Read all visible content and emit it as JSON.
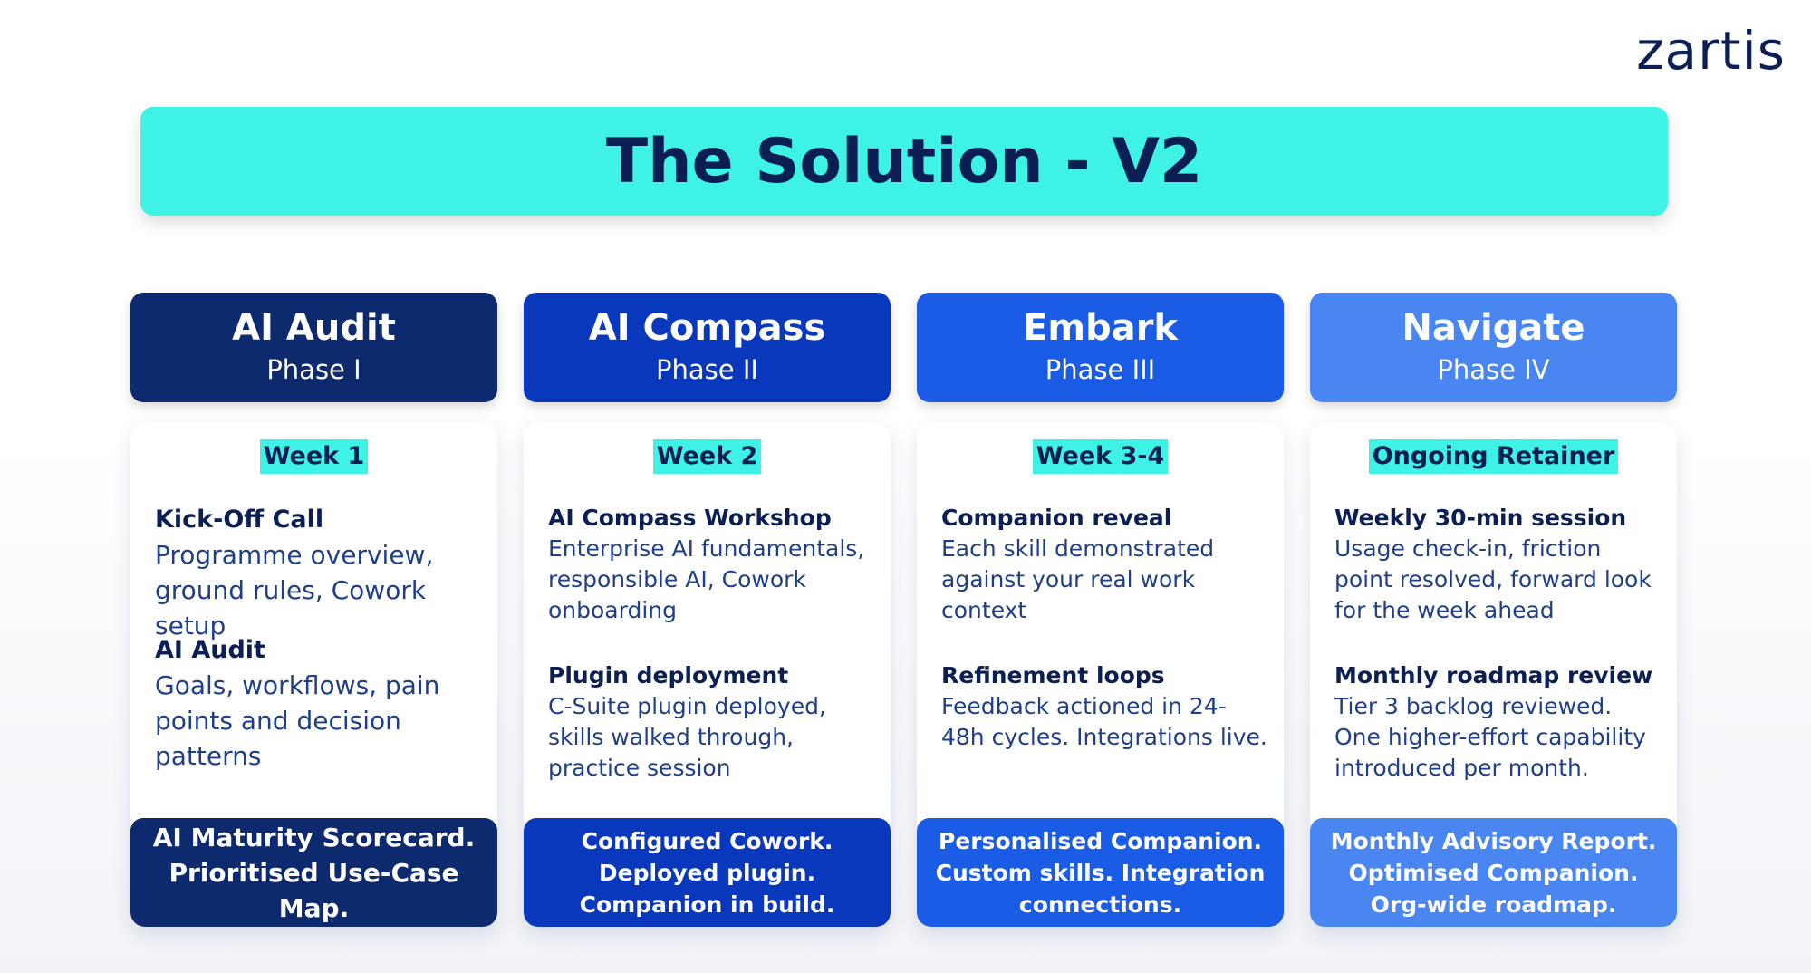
{
  "logo": "zartis",
  "title": "The Solution - V2",
  "colors": {
    "banner": "#3ef2e6",
    "phase_1": "#0d2a6e",
    "phase_2": "#0a38bd",
    "phase_3": "#1a5ce6",
    "phase_4": "#4a86f2",
    "highlight": "#3ef2e6"
  },
  "phases": [
    {
      "name": "AI Audit",
      "phase": "Phase I",
      "week": "Week 1",
      "items": [
        {
          "title": "Kick-Off Call",
          "desc": "Programme overview, ground rules, Cowork setup"
        },
        {
          "title": "AI Audit",
          "desc": "Goals, workflows, pain points and decision patterns"
        }
      ],
      "deliverable": "AI Maturity Scorecard.\nPrioritised Use-Case Map."
    },
    {
      "name": "AI Compass",
      "phase": "Phase II",
      "week": "Week 2",
      "items": [
        {
          "title": "AI Compass Workshop",
          "desc": "Enterprise AI fundamentals, responsible AI, Cowork onboarding"
        },
        {
          "title": "Plugin deployment",
          "desc": "C-Suite plugin deployed, skills walked through, practice session"
        }
      ],
      "deliverable": "Configured Cowork.\nDeployed plugin.\nCompanion in build."
    },
    {
      "name": "Embark",
      "phase": "Phase III",
      "week": "Week 3-4",
      "items": [
        {
          "title": "Companion reveal",
          "desc": "Each skill demonstrated against your real work context"
        },
        {
          "title": "Refinement loops",
          "desc": "Feedback actioned in 24-48h cycles. Integrations live."
        }
      ],
      "deliverable": "Personalised Companion.\nCustom skills. Integration connections."
    },
    {
      "name": "Navigate",
      "phase": "Phase IV",
      "week": "Ongoing Retainer",
      "items": [
        {
          "title": "Weekly 30-min session",
          "desc": "Usage check-in, friction point resolved, forward look for the week ahead"
        },
        {
          "title": "Monthly roadmap review",
          "desc": "Tier 3 backlog reviewed. One higher-effort capability introduced per month."
        }
      ],
      "deliverable": "Monthly Advisory Report.\nOptimised Companion.\nOrg-wide roadmap."
    }
  ]
}
